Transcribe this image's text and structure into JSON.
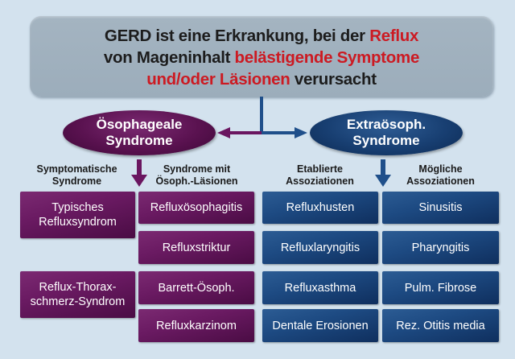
{
  "definition": {
    "segments": [
      {
        "text": "GERD ist eine Erkrankung, bei der ",
        "highlight": false
      },
      {
        "text": "Reflux",
        "highlight": true
      },
      {
        "text": "von Mageninhalt ",
        "highlight": false
      },
      {
        "text": "belästigende Symptome",
        "highlight": true
      },
      {
        "text": "und/oder Läsionen",
        "highlight": true
      },
      {
        "text": " verursacht",
        "highlight": false
      }
    ]
  },
  "categories": {
    "esophageal": {
      "line1": "Ösophageale",
      "line2": "Syndrome"
    },
    "extraesophageal": {
      "line1": "Extraösoph.",
      "line2": "Syndrome"
    }
  },
  "columns": [
    {
      "header_line1": "Symptomatische",
      "header_line2": "Syndrome",
      "items": [
        {
          "line1": "Typisches",
          "line2": "Refluxsyndrom"
        },
        {
          "line1": "Reflux-Thorax-",
          "line2": "schmerz-Syndrom"
        }
      ]
    },
    {
      "header_line1": "Syndrome mit",
      "header_line2": "Ösoph.-Läsionen",
      "items": [
        "Refluxösophagitis",
        "Refluxstriktur",
        "Barrett-Ösoph.",
        "Refluxkarzinom"
      ]
    },
    {
      "header_line1": "Etablierte",
      "header_line2": "Assoziationen",
      "items": [
        "Refluxhusten",
        "Refluxlaryngitis",
        "Refluxasthma",
        "Dentale Erosionen"
      ]
    },
    {
      "header_line1": "Mögliche",
      "header_line2": "Assoziationen",
      "items": [
        "Sinusitis",
        "Pharyngitis",
        "Pulm. Fibrose",
        "Rez. Otitis media"
      ]
    }
  ],
  "colors": {
    "background": "#d3e2ee",
    "definition_box": "#a0b0be",
    "highlight_text": "#cc1a22",
    "esophageal": "#6a1660",
    "extraesophageal": "#1f4f8a"
  }
}
